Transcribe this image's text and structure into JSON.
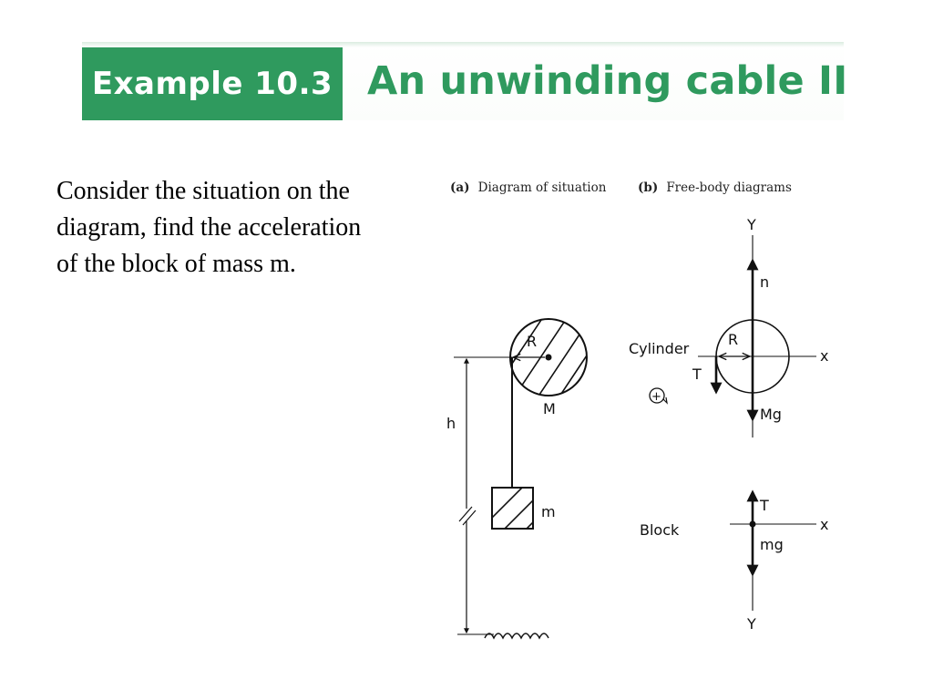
{
  "header": {
    "example_label": "Example 10.3",
    "title": "An unwinding cable II"
  },
  "problem": {
    "text": "Consider the situation on the diagram, find the acceleration of the block of mass m."
  },
  "figure": {
    "panel_a": {
      "letter": "(a)",
      "caption": "Diagram of situation"
    },
    "panel_b": {
      "letter": "(b)",
      "caption": "Free-body diagrams"
    },
    "situation": {
      "radius_label": "R",
      "cylinder_mass_label": "M",
      "height_label": "h",
      "block_mass_label": "m"
    },
    "cylinder_fbd": {
      "name": "Cylinder",
      "y_axis": "Y",
      "x_axis": "x",
      "normal_force": "n",
      "radius_label": "R",
      "tension": "T",
      "weight": "Mg",
      "rotation_sign": "+"
    },
    "block_fbd": {
      "name": "Block",
      "x_axis": "x",
      "y_axis": "Y",
      "tension": "T",
      "weight": "mg"
    }
  },
  "colors": {
    "banner_green": "#2f9a5e",
    "ink": "#111111"
  }
}
